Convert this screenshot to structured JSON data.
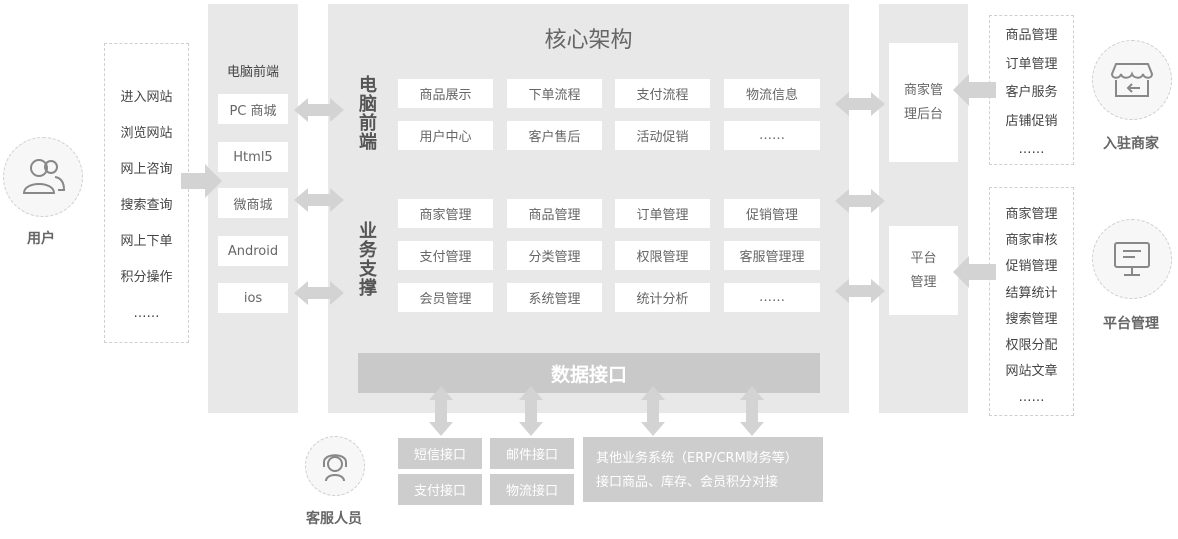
{
  "users": {
    "label": "用户",
    "actions": [
      "进入网站",
      "浏览网站",
      "网上咨询",
      "搜索查询",
      "网上下单",
      "积分操作",
      "……"
    ]
  },
  "frontend": {
    "title": "电脑前端",
    "items": [
      "PC 商城",
      "Html5",
      "微商城",
      "Android",
      "ios"
    ]
  },
  "core": {
    "title": "核心架构",
    "frontend_label": "电脑前端",
    "frontend_items": [
      "商品展示",
      "下单流程",
      "支付流程",
      "物流信息",
      "用户中心",
      "客户售后",
      "活动促销",
      "……"
    ],
    "business_label": "业务支撑",
    "business_items": [
      "商家管理",
      "商品管理",
      "订单管理",
      "促销管理",
      "支付管理",
      "分类管理",
      "权限管理",
      "客服管理理",
      "会员管理",
      "系统管理",
      "统计分析",
      "……"
    ],
    "data_interface": "数据接口"
  },
  "right_panel": {
    "merchant_backend": "商家管理后台",
    "platform_management": "平台管理"
  },
  "merchant": {
    "label": "入驻商家",
    "items": [
      "商品管理",
      "订单管理",
      "客户服务",
      "店铺促销",
      "……"
    ]
  },
  "platform": {
    "label": "平台管理",
    "items": [
      "商家管理",
      "商家审核",
      "促销管理",
      "结算统计",
      "搜索管理",
      "权限分配",
      "网站文章",
      "……"
    ]
  },
  "interfaces": {
    "sms": "短信接口",
    "mail": "邮件接口",
    "pay": "支付接口",
    "logistics": "物流接口",
    "other_line1": "其他业务系统（ERP/CRM财务等）",
    "other_line2": "接口商品、库存、会员积分对接"
  },
  "support": {
    "label": "客服人员"
  }
}
